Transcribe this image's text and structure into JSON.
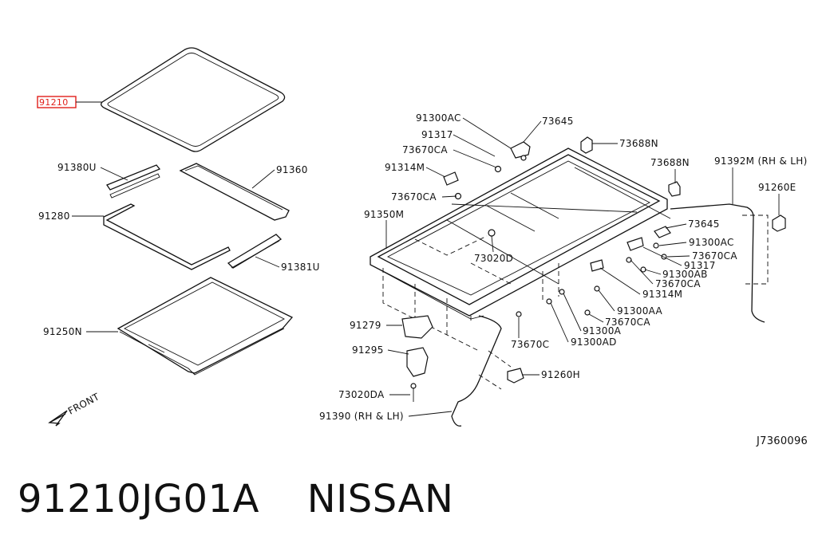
{
  "labels": {
    "p91210": "91210",
    "p91380u": "91380U",
    "p91360": "91360",
    "p91280": "91280",
    "p91381u": "91381U",
    "p91250n": "91250N",
    "p91300ac_a": "91300AC",
    "p91317_a": "91317",
    "p73670ca_a": "73670CA",
    "p91314m_a": "91314M",
    "p73670ca_b": "73670CA",
    "p91350m": "91350M",
    "p73645_a": "73645",
    "p73688n_a": "73688N",
    "p73688n_b": "73688N",
    "p91392m": "91392M (RH & LH)",
    "p91260e": "91260E",
    "p73645_b": "73645",
    "p91300ac_b": "91300AC",
    "p73670ca_c": "73670CA",
    "p91317_b": "91317",
    "p91300ab": "91300AB",
    "p73670ca_d": "73670CA",
    "p73020d": "73020D",
    "p91314m_b": "91314M",
    "p91300aa": "91300AA",
    "p73670ca_e": "73670CA",
    "p91300a": "91300A",
    "p91300ad": "91300AD",
    "p73670c": "73670C",
    "p91279": "91279",
    "p91295": "91295",
    "p91260h": "91260H",
    "p73020da": "73020DA",
    "p91390": "91390 (RH & LH)",
    "front": "FRONT",
    "ref": "J7360096"
  },
  "caption": {
    "part_number": "91210JG01A",
    "brand": "NISSAN"
  },
  "colors": {
    "line": "#111111",
    "highlight": "#e0201b"
  }
}
